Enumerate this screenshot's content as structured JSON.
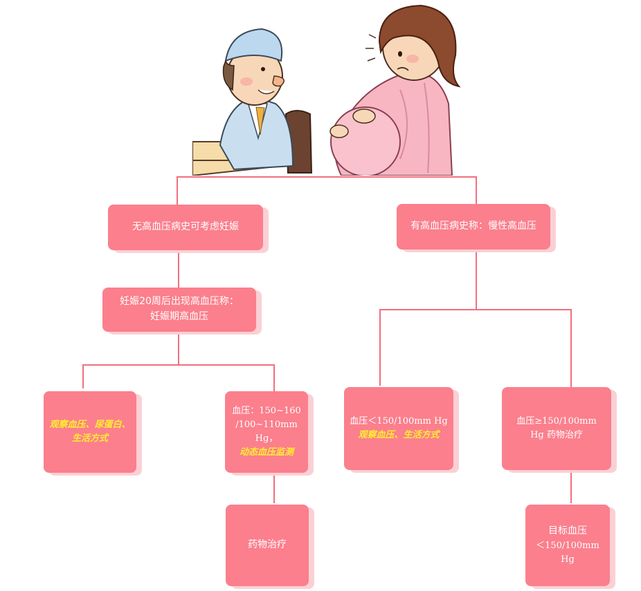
{
  "colors": {
    "box": "#fb7f8c",
    "shadow": "#fbd0d5",
    "line": "#f06f80",
    "highlight": "#ffef2e"
  },
  "illustration": {
    "doctor": "doctor-icon",
    "patient": "pregnant-woman-icon"
  },
  "nodes": {
    "no_history": "无高血压病史可考虑妊娠",
    "has_history": "有高血压病史称：慢性高血压",
    "gestational_1": "妊娠20周后出现高血压称：",
    "gestational_2": "妊娠期高血压",
    "observe_left": "观察血压、尿蛋白、",
    "observe_left_2": "生活方式",
    "bp_range_1": "血压：150~160",
    "bp_range_2": "/100~110mm Hg，",
    "bp_range_3": "动态血压监测",
    "drug_left": "药物治疗",
    "bp_low_1": "血压＜150/100mm Hg",
    "bp_low_2": "观察血压、生活方式",
    "bp_high_1": "血压≥150/100mm",
    "bp_high_2": "Hg 药物治疗",
    "target_1": "目标血压",
    "target_2": "＜150/100mm Hg"
  }
}
